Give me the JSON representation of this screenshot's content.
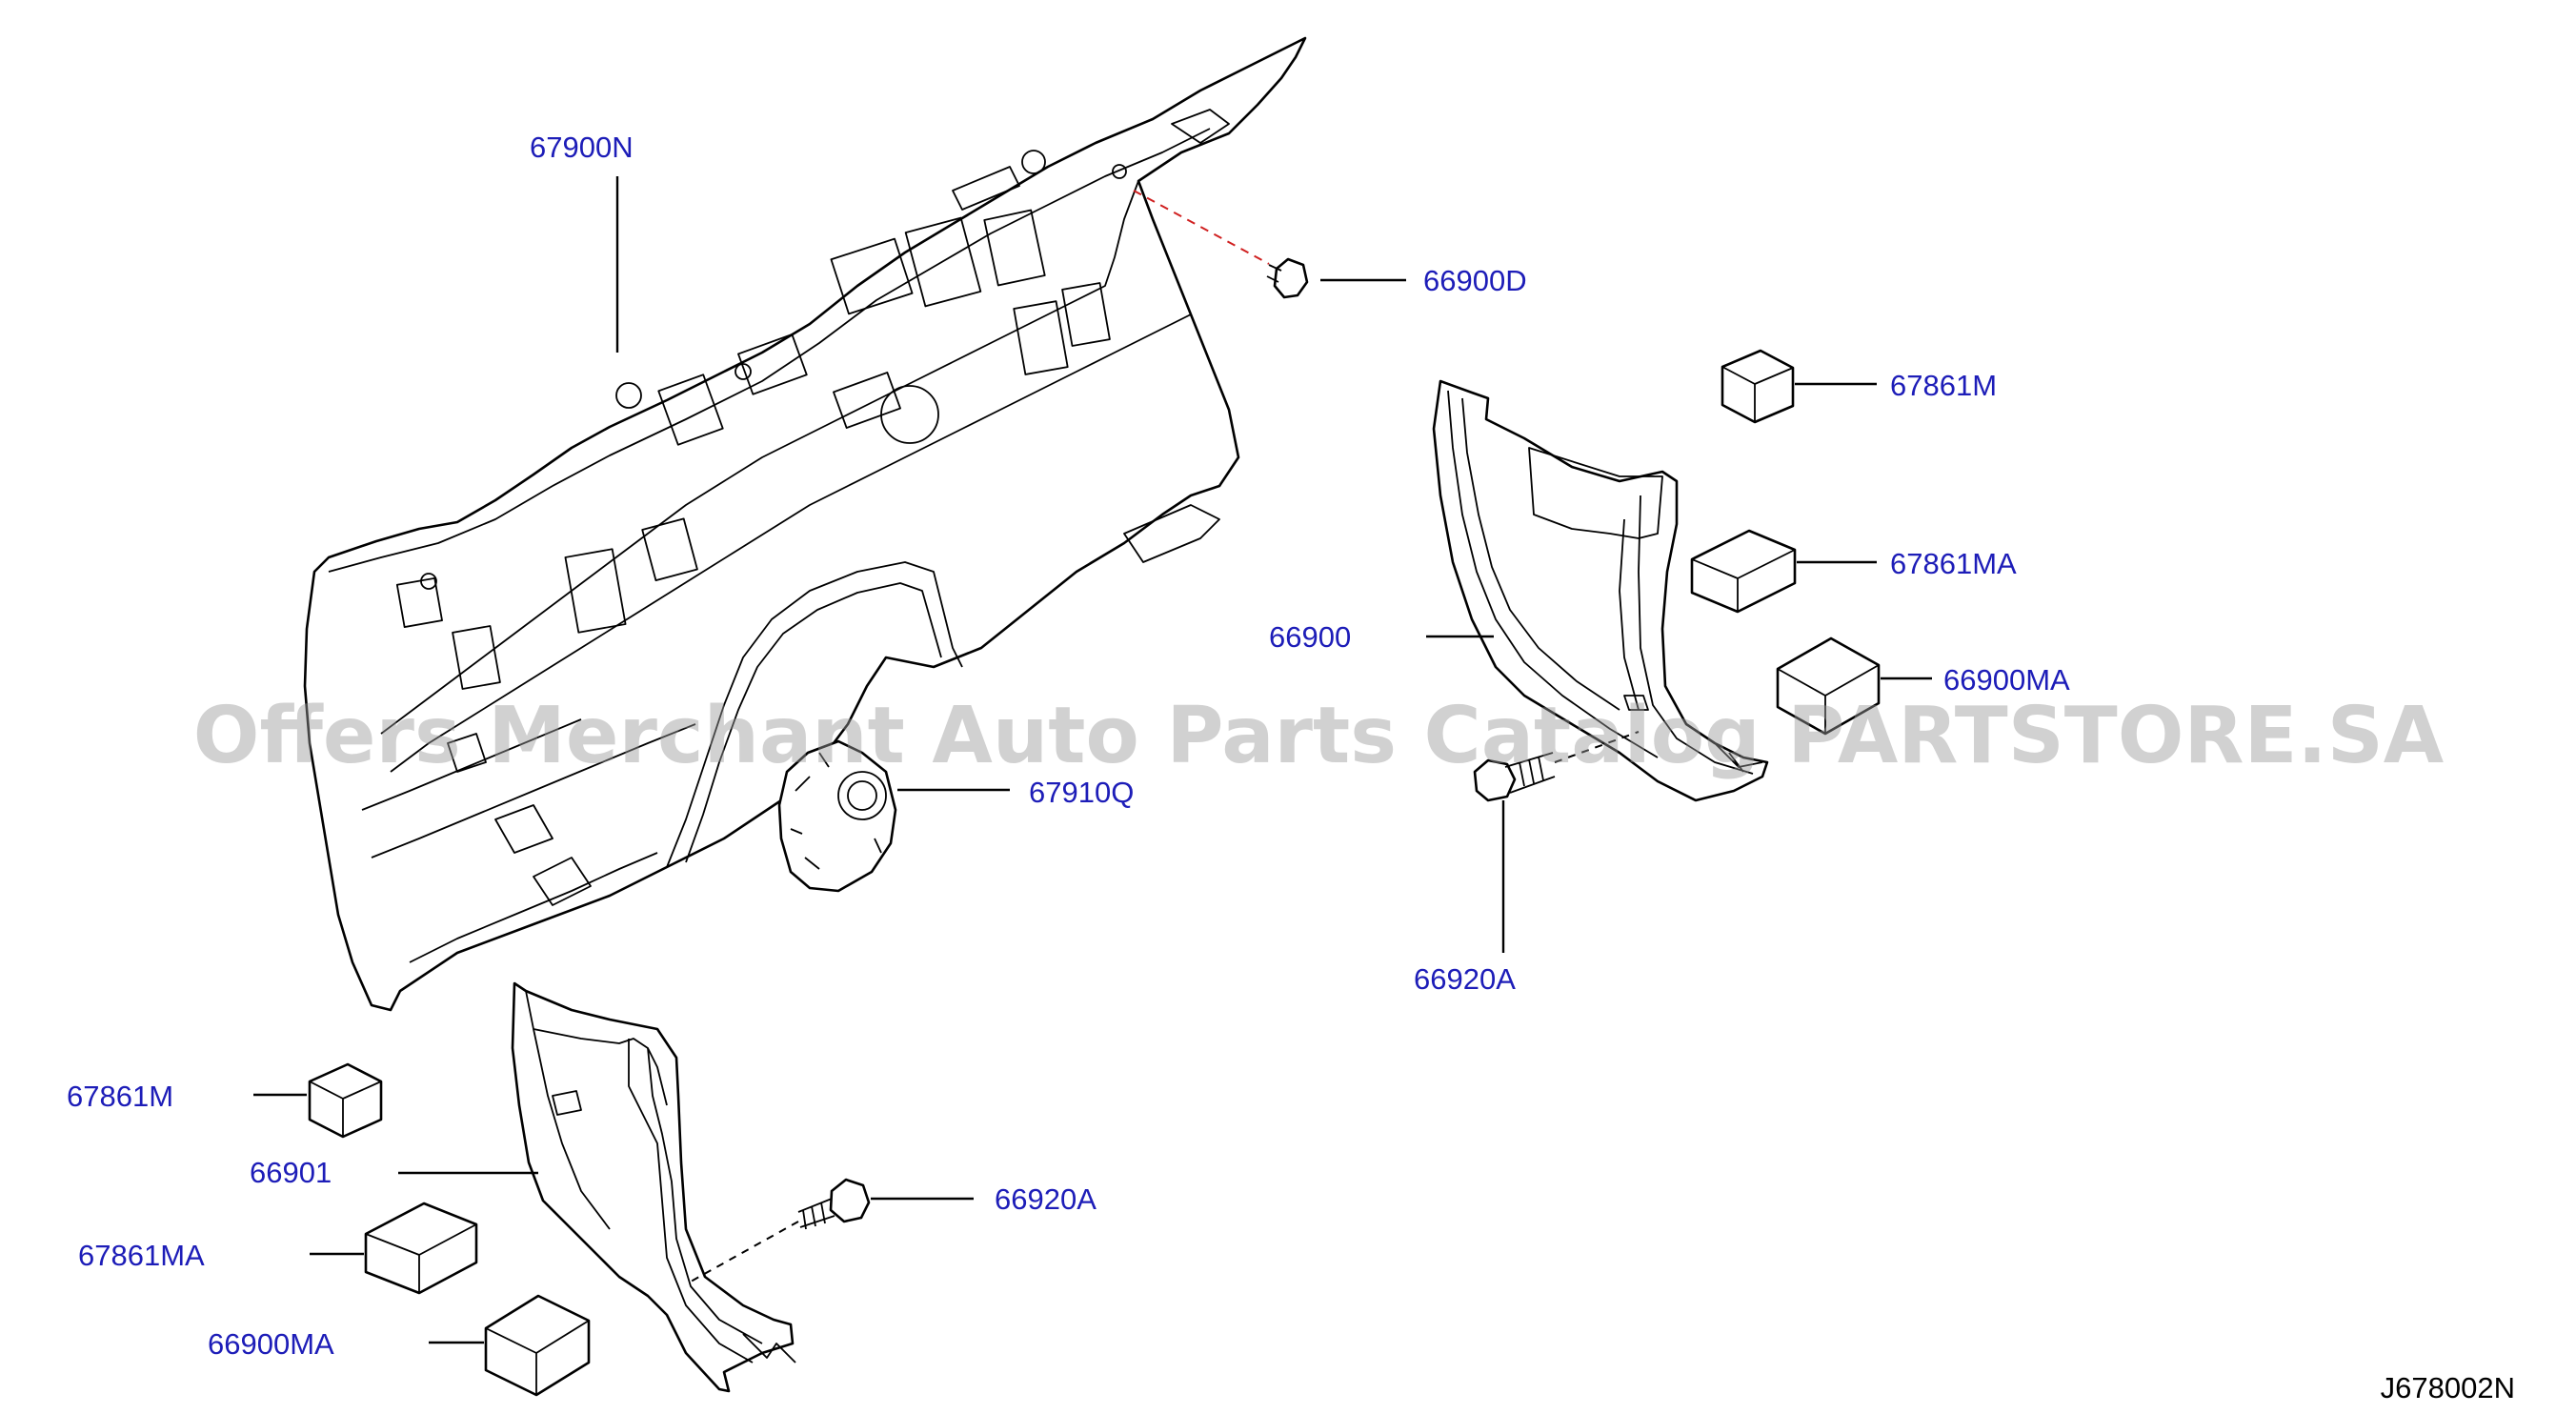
{
  "diagram": {
    "watermark": "Offers Merchant Auto Parts Catalog PARTSTORE.SA",
    "reference_code": "J678002N",
    "callouts": {
      "dash_insulator": "67900N",
      "clip_top": "66900D",
      "pad_upper_small": "67861M",
      "pad_upper_medium": "67861MA",
      "pad_upper_large": "66900MA",
      "side_insulator_right": "66900",
      "mount_insulator": "67910Q",
      "bolt_right": "66920A",
      "pad_lower_small": "67861M",
      "side_insulator_left": "66901",
      "bolt_left": "66920A",
      "pad_lower_medium": "67861MA",
      "pad_lower_large": "66900MA"
    }
  }
}
